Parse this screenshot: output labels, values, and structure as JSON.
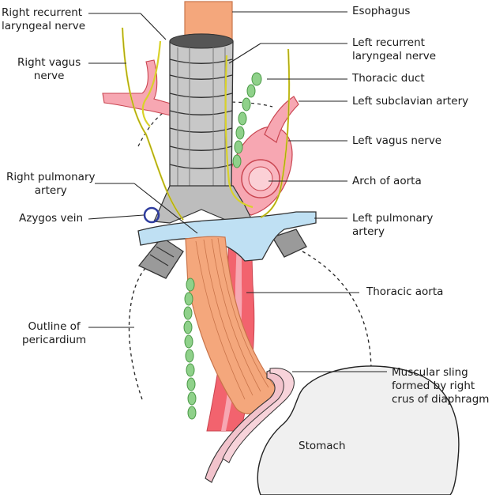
{
  "labels": {
    "right_recurrent_laryngeal_nerve": [
      "Right recurrent",
      "laryngeal nerve"
    ],
    "right_vagus_nerve": [
      "Right vagus",
      "nerve"
    ],
    "right_pulmonary_artery": [
      "Right pulmonary",
      "artery"
    ],
    "azygos_vein": [
      "Azygos vein"
    ],
    "outline_of_pericardium": [
      "Outline of",
      "pericardium"
    ],
    "esophagus": [
      "Esophagus"
    ],
    "left_recurrent_laryngeal_nerve": [
      "Left recurrent",
      "laryngeal nerve"
    ],
    "thoracic_duct": [
      "Thoracic duct"
    ],
    "left_subclavian_artery": [
      "Left subclavian artery"
    ],
    "left_vagus_nerve": [
      "Left vagus nerve"
    ],
    "arch_of_aorta": [
      "Arch of aorta"
    ],
    "left_pulmonary_artery": [
      "Left pulmonary",
      "artery"
    ],
    "thoracic_aorta": [
      "Thoracic aorta"
    ],
    "muscular_sling": [
      "Muscular sling",
      "formed by right",
      "crus of diaphragm"
    ],
    "stomach": [
      "Stomach"
    ]
  },
  "colors": {
    "esophagus": "#f4a77c",
    "trachea": "#c8c8c8",
    "aorta": "#f7a7b2",
    "pulmonary_artery": "#bfe0f3",
    "nerve": "#d9d22a",
    "thoracic_duct": "#8fd18a",
    "azygos": "#2e3c9e",
    "stomach": "#f0f0f0"
  }
}
